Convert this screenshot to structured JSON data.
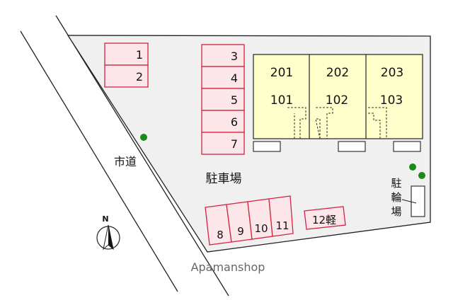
{
  "road_label": "市道",
  "parking_label": "駐車場",
  "bicycle_parking_label": [
    "駐",
    "輪",
    "場"
  ],
  "north_label": "N",
  "watermark": "Apamanshop",
  "units": {
    "upper": [
      "201",
      "202",
      "203"
    ],
    "lower": [
      "101",
      "102",
      "103"
    ]
  },
  "parking_spaces": {
    "top_left": [
      "1",
      "2"
    ],
    "column": [
      "3",
      "4",
      "5",
      "6",
      "7"
    ],
    "bottom_row": [
      "8",
      "9",
      "10",
      "11"
    ],
    "kei": "12軽"
  },
  "colors": {
    "lot_fill": "#f0f0f0",
    "outline": "#222222",
    "building_fill": "#ffffcc",
    "space_fill": "#fde6ea",
    "space_stroke": "#d02540",
    "tree": "#1a8a1a",
    "watermark": "#666666"
  }
}
